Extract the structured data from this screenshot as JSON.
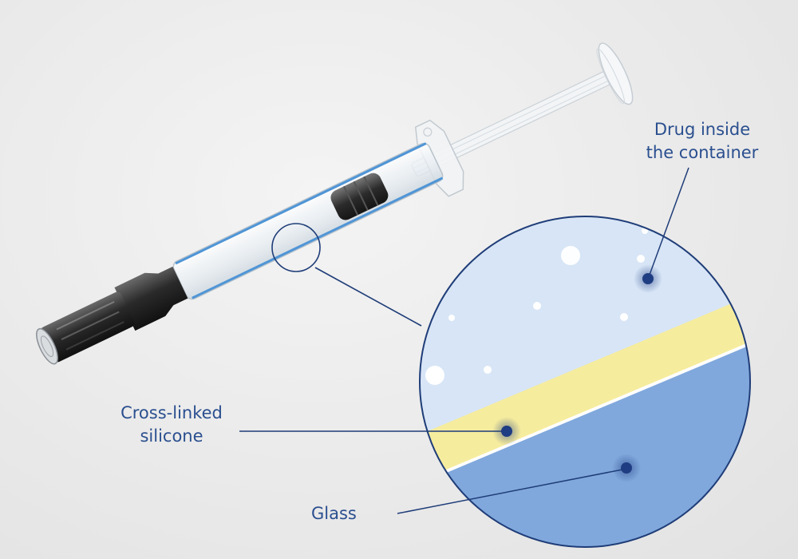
{
  "labels": {
    "drug": {
      "line1": "Drug inside",
      "line2": "the container"
    },
    "silicone": {
      "line1": "Cross-linked",
      "line2": "silicone"
    },
    "glass": {
      "text": "Glass"
    }
  },
  "icons": [
    "syringe-illustration",
    "magnifier-circle",
    "marker-dot"
  ],
  "colors": {
    "text": "#2a4f8f",
    "drug_layer": "#d7e5f6",
    "silicone_layer": "#f6ec9e",
    "glass_layer": "#80a8dc",
    "outline": "#1f3d78",
    "marker": "#1f3d82"
  }
}
